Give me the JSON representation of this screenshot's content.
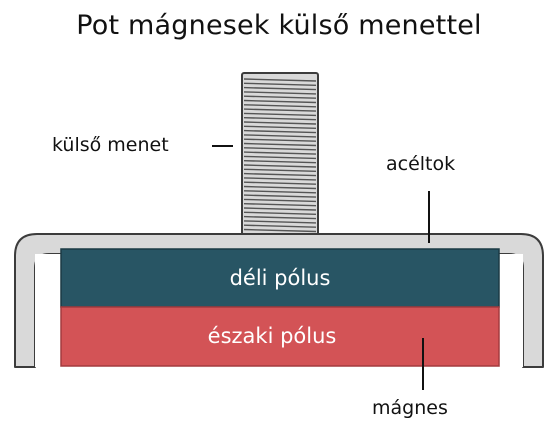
{
  "title": "Pot mágnesek külső menettel",
  "labels": {
    "thread": "külső menet",
    "cup": "acéltok",
    "magnet": "mágnes"
  },
  "poles": {
    "south": "déli pólus",
    "north": "északi pólus"
  },
  "colors": {
    "steel_fill": "#d9d9d9",
    "steel_stroke": "#3c3c3c",
    "south_pole": "#285564",
    "north_pole": "#d35356",
    "leader": "#111111"
  }
}
